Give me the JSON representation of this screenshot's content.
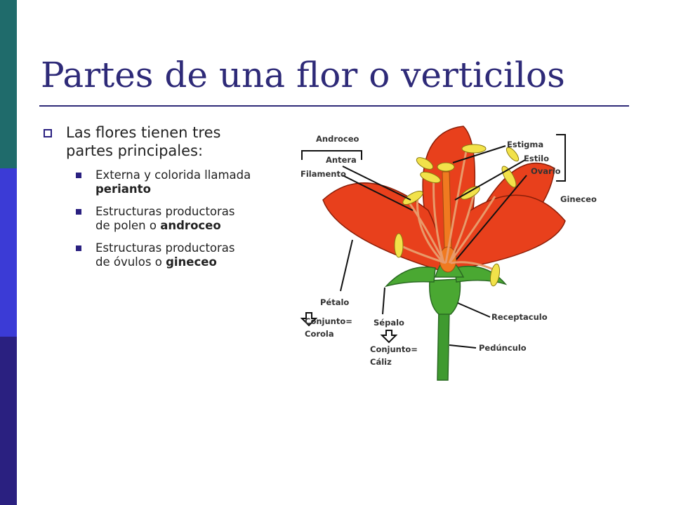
{
  "slide": {
    "title": "Partes de una flor o verticilos",
    "bullet": "Las flores tienen tres partes principales:",
    "subbullets": [
      {
        "text": "Externa y colorida llamada",
        "bold": "perianto"
      },
      {
        "text": "Estructuras productoras de polen o",
        "bold": "androceo"
      },
      {
        "text": "Estructuras productoras de óvulos o",
        "bold": "gineceo"
      }
    ]
  },
  "diagram": {
    "labels": {
      "androceo": "Androceo",
      "antera": "Antera",
      "filamento": "Filamento",
      "estigma": "Estigma",
      "estilo": "Estilo",
      "ovario": "Ovario",
      "gineceo": "Gineceo",
      "petalo": "Pétalo",
      "conjunto_corola": "Conjunto=",
      "corola": "Corola",
      "sepalo": "Sépalo",
      "conjunto_caliz": "Conjunto=",
      "caliz": "Cáliz",
      "receptaculo": "Receptaculo",
      "pedunculo": "Pedúnculo"
    },
    "colors": {
      "petal": "#e8401c",
      "sepal": "#4aa832",
      "anther": "#f2e24a",
      "filament": "#e89a6a",
      "stem": "#3f9a2f"
    }
  },
  "theme": {
    "sidebar": [
      "#1f6b6b",
      "#3b3bd6",
      "#2a2080"
    ],
    "title_color": "#2e2a78"
  }
}
